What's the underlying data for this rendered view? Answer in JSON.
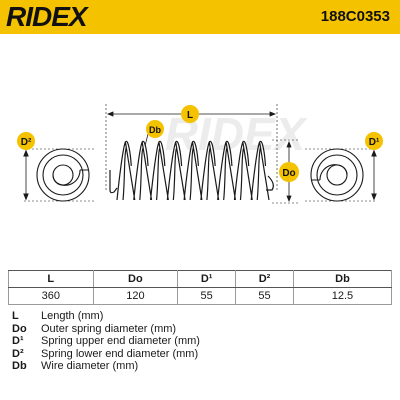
{
  "header": {
    "brand": "RIDEX",
    "part_number": "188C0353"
  },
  "drawing": {
    "labels": {
      "d2": "D²",
      "db": "Db",
      "length": "L",
      "outer": "Do",
      "d1": "D¹"
    },
    "watermark": "RIDEX"
  },
  "table": {
    "headers": [
      "L",
      "Do",
      "D¹",
      "D²",
      "Db"
    ],
    "values": [
      "360",
      "120",
      "55",
      "55",
      "12.5"
    ]
  },
  "legend": [
    {
      "key": "L",
      "text": "Length (mm)"
    },
    {
      "key": "Do",
      "text": "Outer spring diameter (mm)"
    },
    {
      "key": "D¹",
      "text": "Spring upper end diameter (mm)"
    },
    {
      "key": "D²",
      "text": "Spring lower end diameter (mm)"
    },
    {
      "key": "Db",
      "text": "Wire diameter (mm)"
    }
  ],
  "colors": {
    "accent": "#f5c200",
    "ink": "#1a1a1a"
  }
}
